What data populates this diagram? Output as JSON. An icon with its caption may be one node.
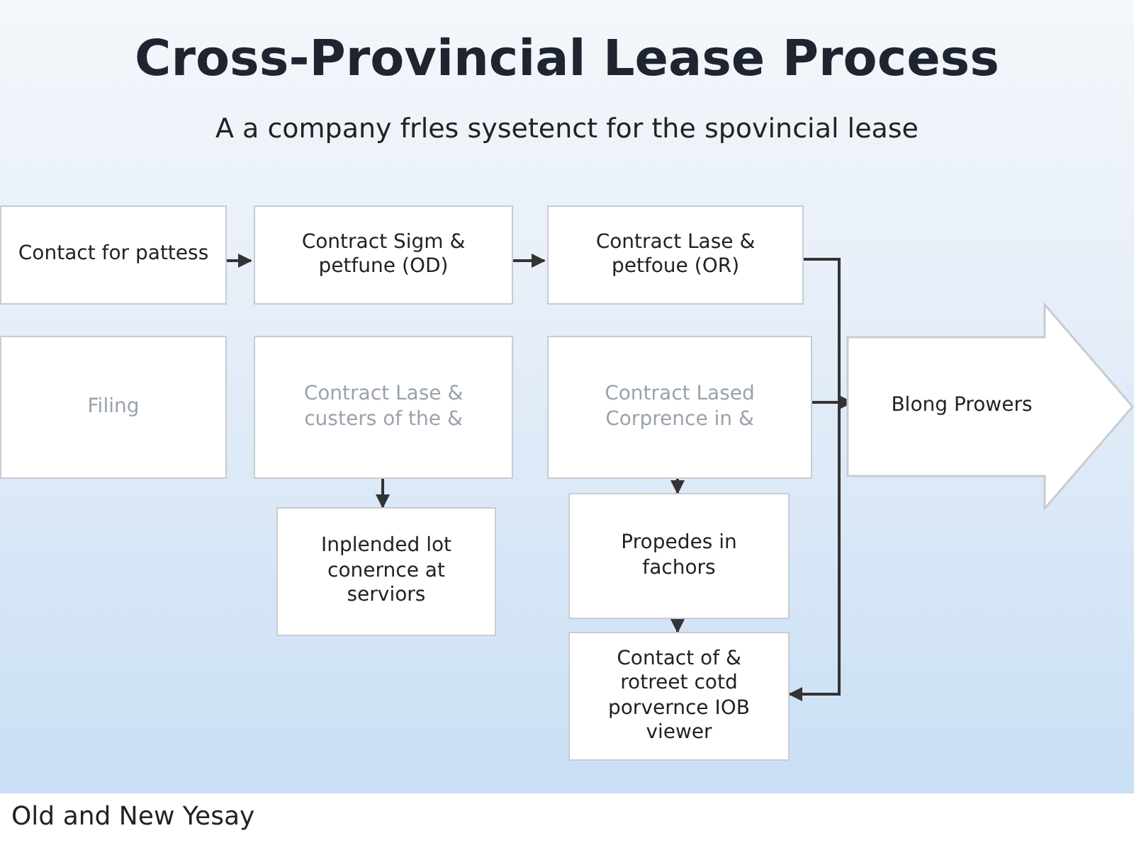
{
  "diagram": {
    "title": "Cross-Provincial Lease Process",
    "caption": "A a company frles sysetenct for the spovincial lease",
    "nodes": [
      {
        "text": [
          "Contact for pattess"
        ]
      },
      {
        "text": [
          "Contract Sigm & petfune (OD)"
        ]
      },
      {
        "text": [
          "Contract Lase & petfoue (OR)"
        ]
      },
      {
        "text": [
          "Filing"
        ]
      },
      {
        "text": [
          "Contract Lase & custers of the &"
        ]
      },
      {
        "text": [
          "Contract Lased Corprence in &"
        ]
      },
      {
        "text": [
          "Blong Prowers"
        ]
      },
      {
        "text": [
          "Inplended lot conernce at serviors"
        ]
      },
      {
        "text": [
          "Propedes in fachors"
        ]
      },
      {
        "text": [
          "Contact of & rotreet cotd porvernce IOB viewer"
        ]
      }
    ],
    "edges": [
      {
        "from": 0,
        "to": 1,
        "arrow": "to"
      },
      {
        "from": 1,
        "to": 2,
        "arrow": "to"
      },
      {
        "from": 2,
        "to": 9,
        "arrow": "to"
      },
      {
        "from": 5,
        "to": 6,
        "arrow": "to"
      },
      {
        "from": 4,
        "to": 7,
        "arrow": "to"
      },
      {
        "from": 5,
        "to": 8,
        "arrow": "to"
      },
      {
        "from": 8,
        "to": 9,
        "arrow": "to"
      }
    ],
    "labels": [
      "Old and New Yesay"
    ]
  }
}
